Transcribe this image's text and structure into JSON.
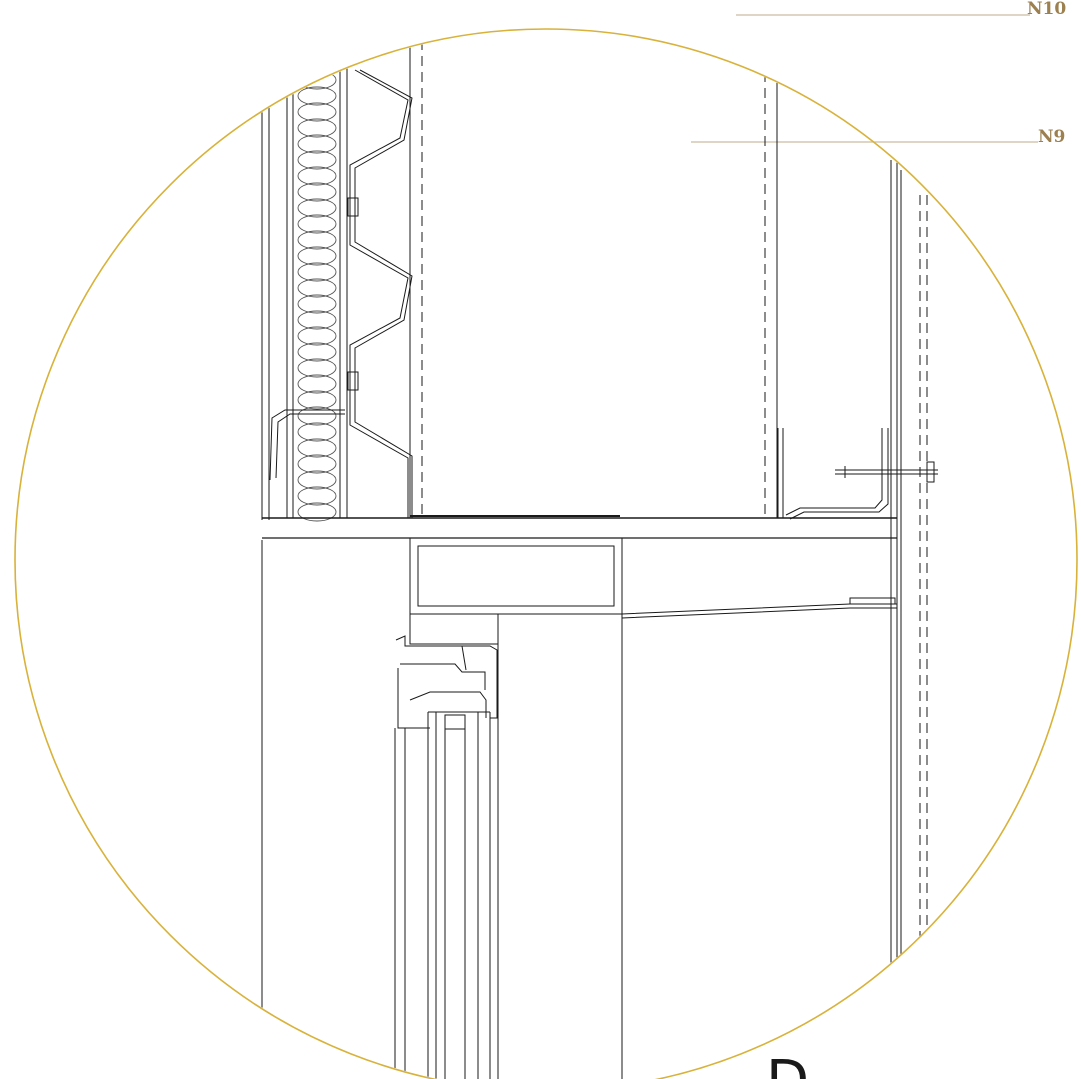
{
  "colors": {
    "line": "#1a1a1a",
    "detail_circle": "#d8b23a",
    "label": "#9c8050",
    "leader": "#c9bca0",
    "hatch": "#555555"
  },
  "labels": {
    "level_n10": "N10",
    "level_n9": "N9",
    "detail_letter": "D"
  }
}
